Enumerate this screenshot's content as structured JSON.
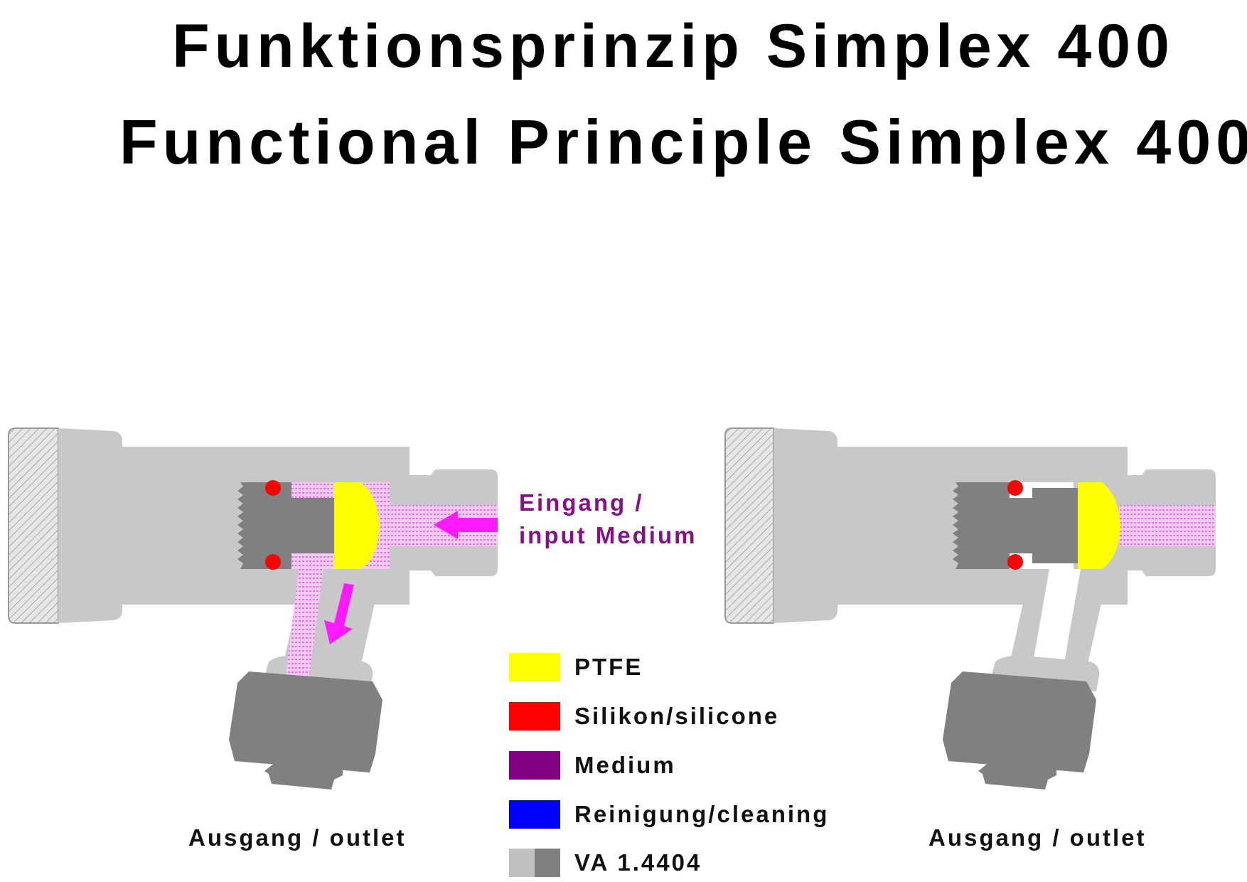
{
  "title_de": "Funktionsprinzip Simplex 400",
  "title_en": "Functional Principle Simplex 400",
  "input_label": "Eingang /\ninput Medium",
  "outlet_left": "Ausgang / outlet",
  "outlet_right": "Ausgang / outlet",
  "legend": [
    {
      "label": "PTFE",
      "color": "#ffff00"
    },
    {
      "label": "Silikon/silicone",
      "color": "#ff0000"
    },
    {
      "label": "Medium",
      "color": "#800080"
    },
    {
      "label": "Reinigung/cleaning",
      "color": "#0000ff"
    },
    {
      "label": "VA 1.4404",
      "color": "#c0c0c0",
      "color2": "#808080"
    }
  ],
  "colors": {
    "steel_light": "#c8c8c8",
    "steel_dark": "#808080",
    "ptfe": "#ffff00",
    "silicone": "#ff0000",
    "medium": "#e890e8",
    "arrow": "#ff1aff"
  }
}
